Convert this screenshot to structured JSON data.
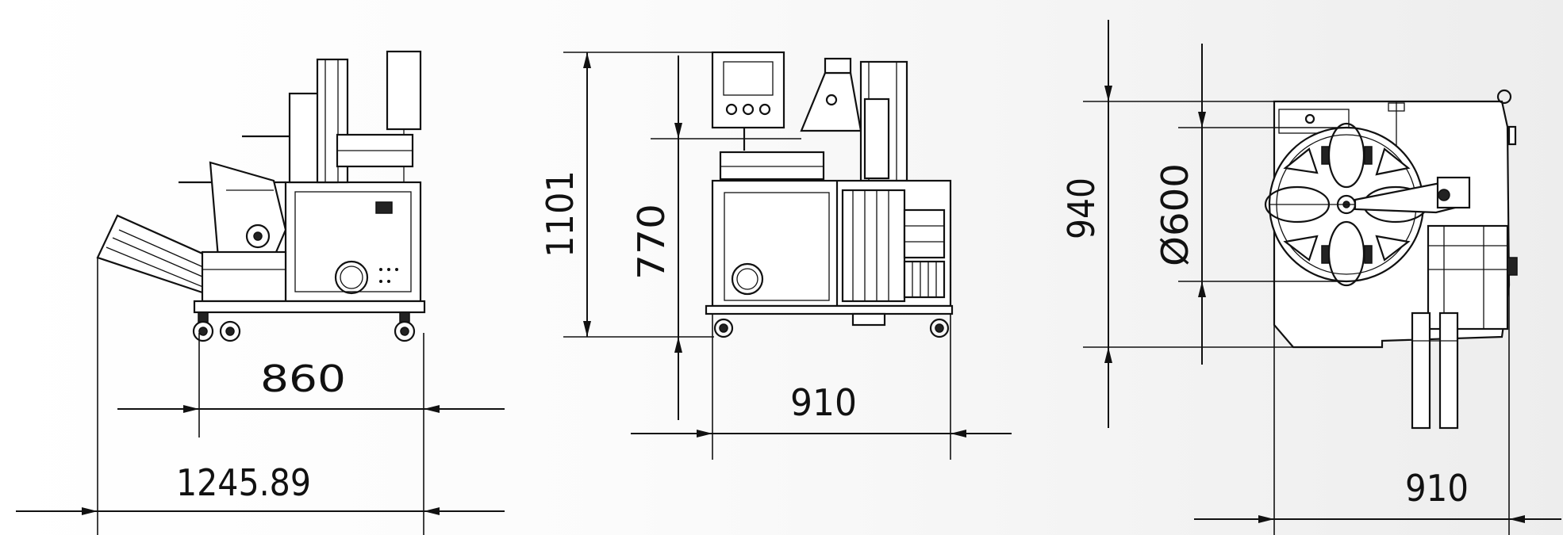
{
  "dimensions": {
    "side_width": "860",
    "side_overall": "1245.89",
    "front_height_total": "1101",
    "front_height_table": "770",
    "front_width": "910",
    "top_height": "940",
    "top_diameter": "Ø600",
    "top_width": "910"
  }
}
